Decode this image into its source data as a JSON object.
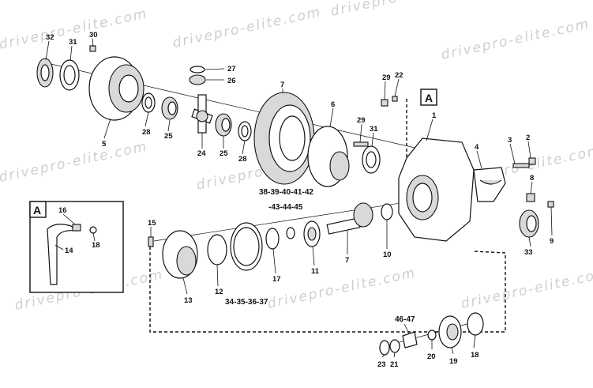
{
  "watermark": "drivepro-elite.com",
  "callout_letter": "A",
  "parts": [
    {
      "id": "p32",
      "label": "32"
    },
    {
      "id": "p31a",
      "label": "31"
    },
    {
      "id": "p30",
      "label": "30"
    },
    {
      "id": "p5",
      "label": "5"
    },
    {
      "id": "p28a",
      "label": "28"
    },
    {
      "id": "p25a",
      "label": "25"
    },
    {
      "id": "p24",
      "label": "24"
    },
    {
      "id": "p25b",
      "label": "25"
    },
    {
      "id": "p28b",
      "label": "28"
    },
    {
      "id": "p27",
      "label": "27"
    },
    {
      "id": "p26",
      "label": "26"
    },
    {
      "id": "p7a",
      "label": "7"
    },
    {
      "id": "p6",
      "label": "6"
    },
    {
      "id": "p29a",
      "label": "29"
    },
    {
      "id": "p22",
      "label": "22"
    },
    {
      "id": "p29b",
      "label": "29"
    },
    {
      "id": "p31b",
      "label": "31"
    },
    {
      "id": "p1",
      "label": "1"
    },
    {
      "id": "p4",
      "label": "4"
    },
    {
      "id": "p3",
      "label": "3"
    },
    {
      "id": "p2",
      "label": "2"
    },
    {
      "id": "p8",
      "label": "8"
    },
    {
      "id": "p9",
      "label": "9"
    },
    {
      "id": "p33",
      "label": "33"
    },
    {
      "id": "p16",
      "label": "16"
    },
    {
      "id": "p14",
      "label": "14"
    },
    {
      "id": "p18a",
      "label": "18"
    },
    {
      "id": "p15",
      "label": "15"
    },
    {
      "id": "p13",
      "label": "13"
    },
    {
      "id": "p12",
      "label": "12"
    },
    {
      "id": "p17",
      "label": "17"
    },
    {
      "id": "p11",
      "label": "11"
    },
    {
      "id": "p7b",
      "label": "7"
    },
    {
      "id": "p10",
      "label": "10"
    },
    {
      "id": "p23",
      "label": "23"
    },
    {
      "id": "p21",
      "label": "21"
    },
    {
      "id": "p20",
      "label": "20"
    },
    {
      "id": "p19",
      "label": "19"
    },
    {
      "id": "p18b",
      "label": "18"
    }
  ],
  "groups": {
    "g38": "38-39-40-41-42",
    "g43": "-43-44-45",
    "g34": "34-35-36-37",
    "g46": "46-47"
  }
}
